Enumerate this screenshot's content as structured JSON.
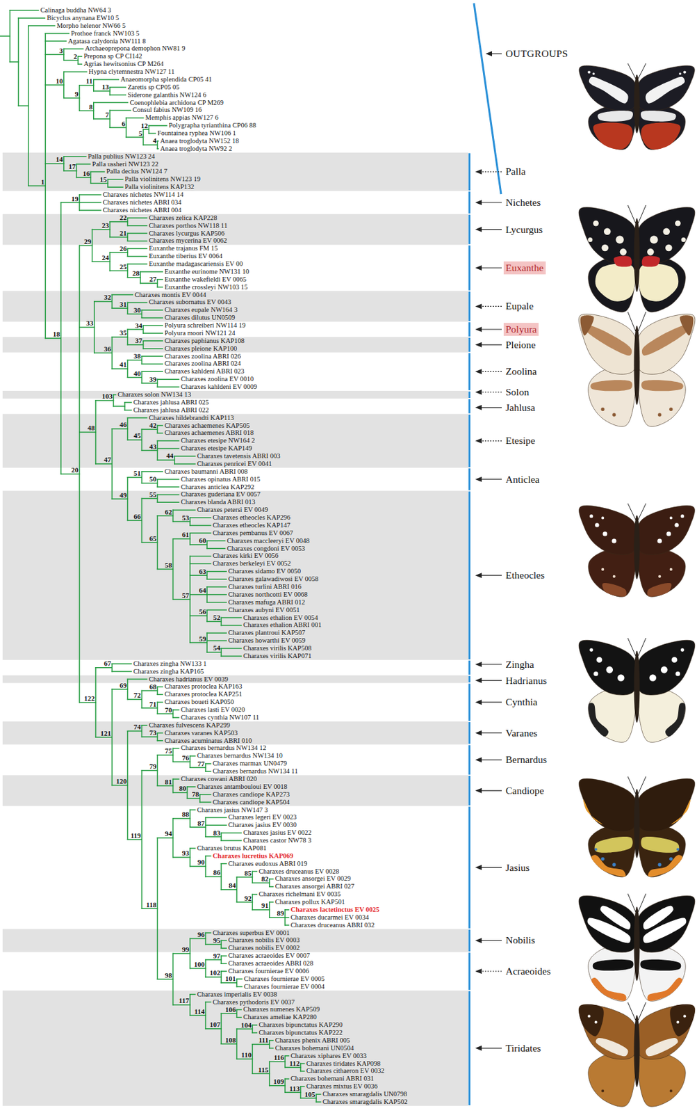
{
  "diagram": {
    "nodes": [
      {
        "text": [
          "Euxanthe"
        ]
      },
      {
        "text": [
          "Polyura"
        ]
      }
    ],
    "labels": [
      "OUTGROUPS",
      "Palla",
      "Nichetes",
      "Lycurgus",
      "Eupale",
      "Pleione",
      "Zoolina",
      "Solon",
      "Jahlusa",
      "Etesipe",
      "Anticlea",
      "Etheocles",
      "Zingha",
      "Hadrianus",
      "Cynthia",
      "Varanes",
      "Bernardus",
      "Candiope",
      "Jasius",
      "Nobilis",
      "Acraeoides",
      "Tiridates",
      "Calinaga buddha NW64 3",
      "Bicyclus anynana EW10 5",
      "Morpho helenor NW66 5",
      "Prothoe franck NW103 5",
      "Agatasa calydonia NW111 8",
      "Archaeoprepona demophon NW81 9",
      "Prepona sp CP CI142",
      "Agrias hewitsonius CP M264",
      "Hypna clytemnestra NW127 11",
      "Anaeomorpha splendida CP05 41",
      "Zaretis sp CP05 05",
      "Siderone galanthis NW124 6",
      "Coenophlebia archidona CP M269",
      "Consul fabius NW109 16",
      "Memphis appias NW127 6",
      "Polygrapha tyrianthina CP06 88",
      "Fountainea ryphea NW106 1",
      "Anaea troglodyta NW152 18",
      "Anaea troglodyta NW92 2",
      "Palla publius NW123 24",
      "Palla ussheri NW123 22",
      "Palla decius NW124 7",
      "Palla violinitens NW123 19",
      "Palla violinitens KAP132",
      "Charaxes nichetes NW114 14",
      "Charaxes nichetes ABRI 034",
      "Charaxes nichetes ABRI 004",
      "Charaxes zelica KAP228",
      "Charaxes porthos NW118 11",
      "Charaxes lycurgus KAP506",
      "Charaxes mycerina EV 0062",
      "Euxanthe trajanus FM 15",
      "Euxanthe tiberius EV 0064",
      "Euxanthe madagascariensis EV 00",
      "Euxanthe eurinome NW131 10",
      "Euxanthe wakefieldi EV 0065",
      "Euxanthe crossleyi NW103 15",
      "Charaxes montis EV 0044",
      "Charaxes subornatus EV 0043",
      "Charaxes eupale NW164 3",
      "Charaxes dilutus UN0509",
      "Polyura schreiberi NW114 19",
      "Polyura moori NW121 24",
      "Charaxes paphianus KAP108",
      "Charaxes pleione KAP100",
      "Charaxes zoolina ABRI 026",
      "Charaxes zoolina ABRI 024",
      "Charaxes kahldeni ABRI 023",
      "Charaxes zoolina EV 0010",
      "Charaxes kahldeni EV 0009",
      "Charaxes solon NW134 13",
      "Charaxes jahlusa ABRI 025",
      "Charaxes jahlusa ABRI 022",
      "Charaxes hildebrandti KAP113",
      "Charaxes achaemenes KAP505",
      "Charaxes achaemenes ABRI 018",
      "Charaxes etesipe NW164 2",
      "Charaxes etesipe KAP149",
      "Charaxes tavetensis ABRI 003",
      "Charaxes penricei EV 0041",
      "Charaxes baumanni ABRI 008",
      "Charaxes opinatus ABRI 015",
      "Charaxes anticlea KAP292",
      "Charaxes guderiana EV 0057",
      "Charaxes blanda ABRI 013",
      "Charaxes petersi EV 0049",
      "Charaxes etheocles KAP296",
      "Charaxes etheocles KAP147",
      "Charaxes pembanus EV 0067",
      "Charaxes maccleeryi EV 0048",
      "Charaxes congdoni EV 0053",
      "Charaxes kirki EV 0056",
      "Charaxes berkeleyi EV 0052",
      "Charaxes sidamo EV 0050",
      "Charaxes galawadiwosi EV 0058",
      "Charaxes turlini ABRI 016",
      "Charaxes northcotti EV 0068",
      "Charaxes mafuga ABRI 012",
      "Charaxes aubyni EV 0051",
      "Charaxes ethalion EV 0054",
      "Charaxes ethalion ABRI 001",
      "Charaxes plantroui KAP507",
      "Charaxes howarthi EV 0059",
      "Charaxes virilis KAP508",
      "Charaxes virilis KAP071",
      "Charaxes zingha NW133 1",
      "Charaxes zingha KAP165",
      "Charaxes hadrianus EV 0039",
      "Charaxes protoclea KAP163",
      "Charaxes protoclea KAP251",
      "Charaxes boueti KAP050",
      "Charaxes lasti EV 0020",
      "Charaxes cynthia NW107 11",
      "Charaxes fulvescens KAP299",
      "Charaxes varanes KAP503",
      "Charaxes acuminatus ABRI 010",
      "Charaxes bernardus NW134 12",
      "Charaxes bernardus NW134 10",
      "Charaxes marmax UN0479",
      "Charaxes bernardus NW134 11",
      "Charaxes cowani ABRI 020",
      "Charaxes antambouloui EV 0018",
      "Charaxes candiope KAP273",
      "Charaxes candiope KAP504",
      "Charaxes jasius NW147 3",
      "Charaxes legeri EV 0023",
      "Charaxes jasius EV 0030",
      "Charaxes jasius EV 0022",
      "Charaxes castor NW78 3",
      "Charaxes brutus KAP081",
      "Charaxes lucretius KAP069",
      "Charaxes eudoxus ABRI 019",
      "Charaxes druceanus EV 0028",
      "Charaxes ansorgei EV 0029",
      "Charaxes ansorgei ABRI 027",
      "Charaxes richelmani EV 0035",
      "Charaxes pollux KAP501",
      "Charaxes lactetinctus EV 0025",
      "Charaxes ducarmei EV 0034",
      "Charaxes druceanus ABRI 032",
      "Charaxes superbus EV 0001",
      "Charaxes nobilis EV 0003",
      "Charaxes nobilis EV 0002",
      "Charaxes acraeoides EV 0007",
      "Charaxes acraeoides ABRI 028",
      "Charaxes fournierae EV 0006",
      "Charaxes fournierae EV 0005",
      "Charaxes fournierae EV 0004",
      "Charaxes imperialis EV 0038",
      "Charaxes pythodoris EV 0037",
      "Charaxes numenes KAP509",
      "Charaxes ameliae KAP280",
      "Charaxes bipunctatus KAP290",
      "Charaxes bipunctatus KAP222",
      "Charaxes phenix ABRI 005",
      "Charaxes bohemani UN0504",
      "Charaxes xiphares EV 0033",
      "Charaxes tiridates KAP098",
      "Charaxes cithaeron EV 0032",
      "Charaxes bohemani ABRI 031",
      "Charaxes mixtus EV 0036",
      "Charaxes smaragdalis UN0798",
      "Charaxes smaragdalis KAP502",
      "1",
      "3",
      "2",
      "10",
      "9",
      "11",
      "13",
      "8",
      "7",
      "6",
      "5",
      "12",
      "4",
      "14",
      "17",
      "16",
      "15",
      "18",
      "19",
      "20",
      "29",
      "23",
      "22",
      "21",
      "24",
      "26",
      "25",
      "28",
      "27",
      "33",
      "32",
      "31",
      "30",
      "36",
      "35",
      "34",
      "37",
      "41",
      "38",
      "40",
      "39",
      "48",
      "103",
      "47",
      "46",
      "45",
      "42",
      "43",
      "44",
      "49",
      "51",
      "50",
      "66",
      "55",
      "65",
      "62",
      "53",
      "58",
      "61",
      "60",
      "57",
      "63",
      "64",
      "56",
      "52",
      "59",
      "54",
      "122",
      "67",
      "121",
      "69",
      "72",
      "68",
      "71",
      "70",
      "120",
      "74",
      "73",
      "119",
      "79",
      "75",
      "76",
      "77",
      "81",
      "80",
      "78",
      "118",
      "94",
      "88",
      "87",
      "83",
      "93",
      "90",
      "86",
      "84",
      "85",
      "82",
      "92",
      "91",
      "89",
      "98",
      "99",
      "96",
      "95",
      "100",
      "97",
      "102",
      "101",
      "117",
      "114",
      "107",
      "106",
      "108",
      "104",
      "110",
      "111",
      "115",
      "116",
      "112",
      "109",
      "113",
      "105"
    ]
  }
}
